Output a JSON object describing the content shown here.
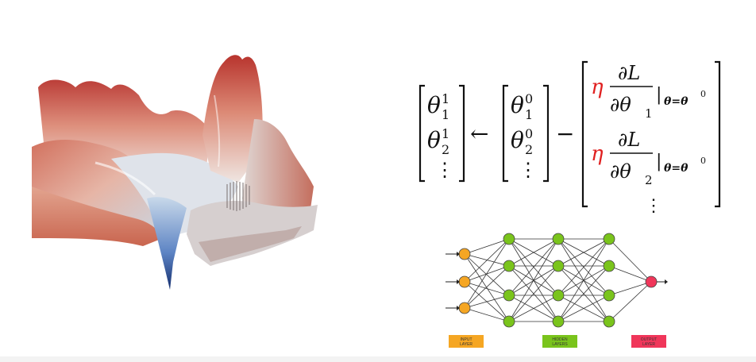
{
  "formula": {
    "vec1_r1": "θ",
    "vec1_r1_sub": "1",
    "vec1_r1_sup": "1",
    "vec1_r2": "θ",
    "vec1_r2_sub": "2",
    "vec1_r2_sup": "1",
    "vec1_r3": "⋮",
    "arrow": "←",
    "vec2_r1": "θ",
    "vec2_r1_sub": "1",
    "vec2_r1_sup": "0",
    "vec2_r2": "θ",
    "vec2_r2_sub": "2",
    "vec2_r2_sup": "0",
    "vec2_r3": "⋮",
    "minus": "−",
    "eta": "η",
    "partial_L": "∂L",
    "partial_t": "∂θ",
    "grad1_sub": "1",
    "grad2_sub": "2",
    "eval_bar": "|",
    "eval_cond": "θ=θ",
    "eval_sup": "0",
    "vec3_r3": "⋮"
  },
  "network": {
    "input_label_1": "INPUT",
    "input_label_2": "LAYER",
    "hidden_label_1": "HIDDEN",
    "hidden_label_2": "LAYERS",
    "output_label_1": "OUTPUT",
    "output_label_2": "LAYER",
    "colors": {
      "input": "#f5a623",
      "hidden": "#7ac41c",
      "output": "#f0365a",
      "edge": "#333333"
    }
  },
  "surface": {
    "colors": {
      "high": "#c0443c",
      "mid": "#e8e0dc",
      "low": "#1f4fa8"
    }
  }
}
